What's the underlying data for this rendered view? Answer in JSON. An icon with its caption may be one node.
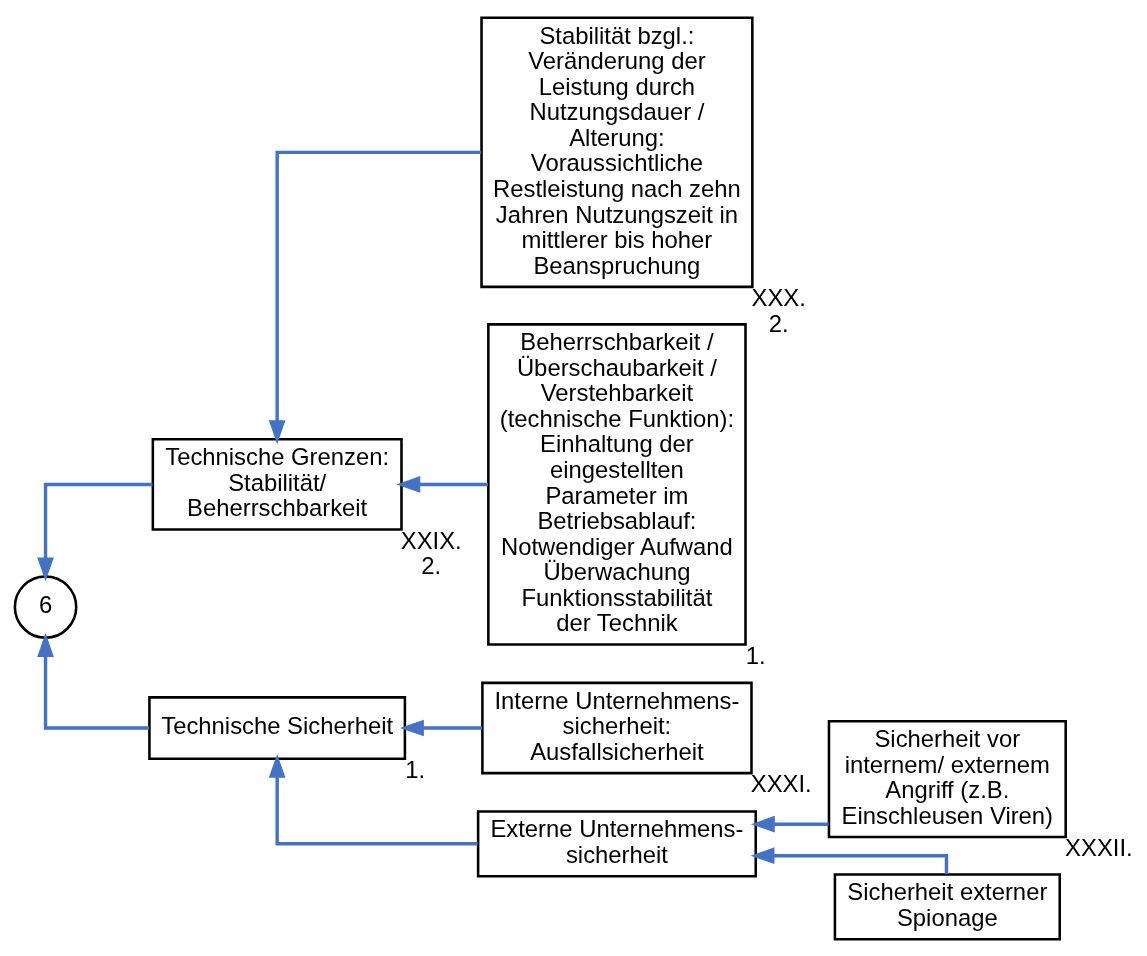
{
  "diagram": {
    "nodes": [
      {
        "text": [
          "6"
        ]
      },
      {
        "text": [
          "Technische Grenzen: Stabilität/ Beherrschbarkeit"
        ],
        "beside": [
          "XXIX.",
          "2."
        ]
      },
      {
        "text": [
          "Stabilität bzgl.: Veränderung der Leistung durch Nutzungsdauer / Alterung: Voraussichtliche Restleistung nach zehn Jahren Nutzungszeit in mittlerer bis hoher Beanspruchung"
        ],
        "beside": [
          "XXX.",
          "2."
        ]
      },
      {
        "text": [
          "Beherrschbarkeit / Überschaubarkeit / Verstehbarkeit (technische Funktion): Einhaltung der eingestellten Parameter im Betriebsablauf: Notwendiger Aufwand Überwachung Funktionsstabilität der Technik"
        ],
        "beside": [
          "1."
        ]
      },
      {
        "text": [
          "Technische Sicherheit"
        ],
        "beside": [
          "1."
        ]
      },
      {
        "text": [
          "Interne Unternehmens- sicherheit: Ausfallsicherheit"
        ],
        "beside": [
          "XXXI."
        ]
      },
      {
        "text": [
          "Externe Unternehmens- sicherheit"
        ]
      },
      {
        "text": [
          "Sicherheit vor internem/ externem Angriff (z.B. Einschleusen Viren)"
        ],
        "beside": [
          "XXXII."
        ]
      },
      {
        "text": [
          "Sicherheit externer Spionage"
        ]
      }
    ],
    "edges": [
      {
        "from": 1,
        "to": 0,
        "arrow": "to"
      },
      {
        "from": 4,
        "to": 0,
        "arrow": "to"
      },
      {
        "from": 2,
        "to": 1,
        "arrow": "to"
      },
      {
        "from": 3,
        "to": 1,
        "arrow": "to"
      },
      {
        "from": 5,
        "to": 4,
        "arrow": "to"
      },
      {
        "from": 6,
        "to": 4,
        "arrow": "to"
      },
      {
        "from": 7,
        "to": 6,
        "arrow": "to"
      },
      {
        "from": 8,
        "to": 6,
        "arrow": "to"
      }
    ]
  }
}
